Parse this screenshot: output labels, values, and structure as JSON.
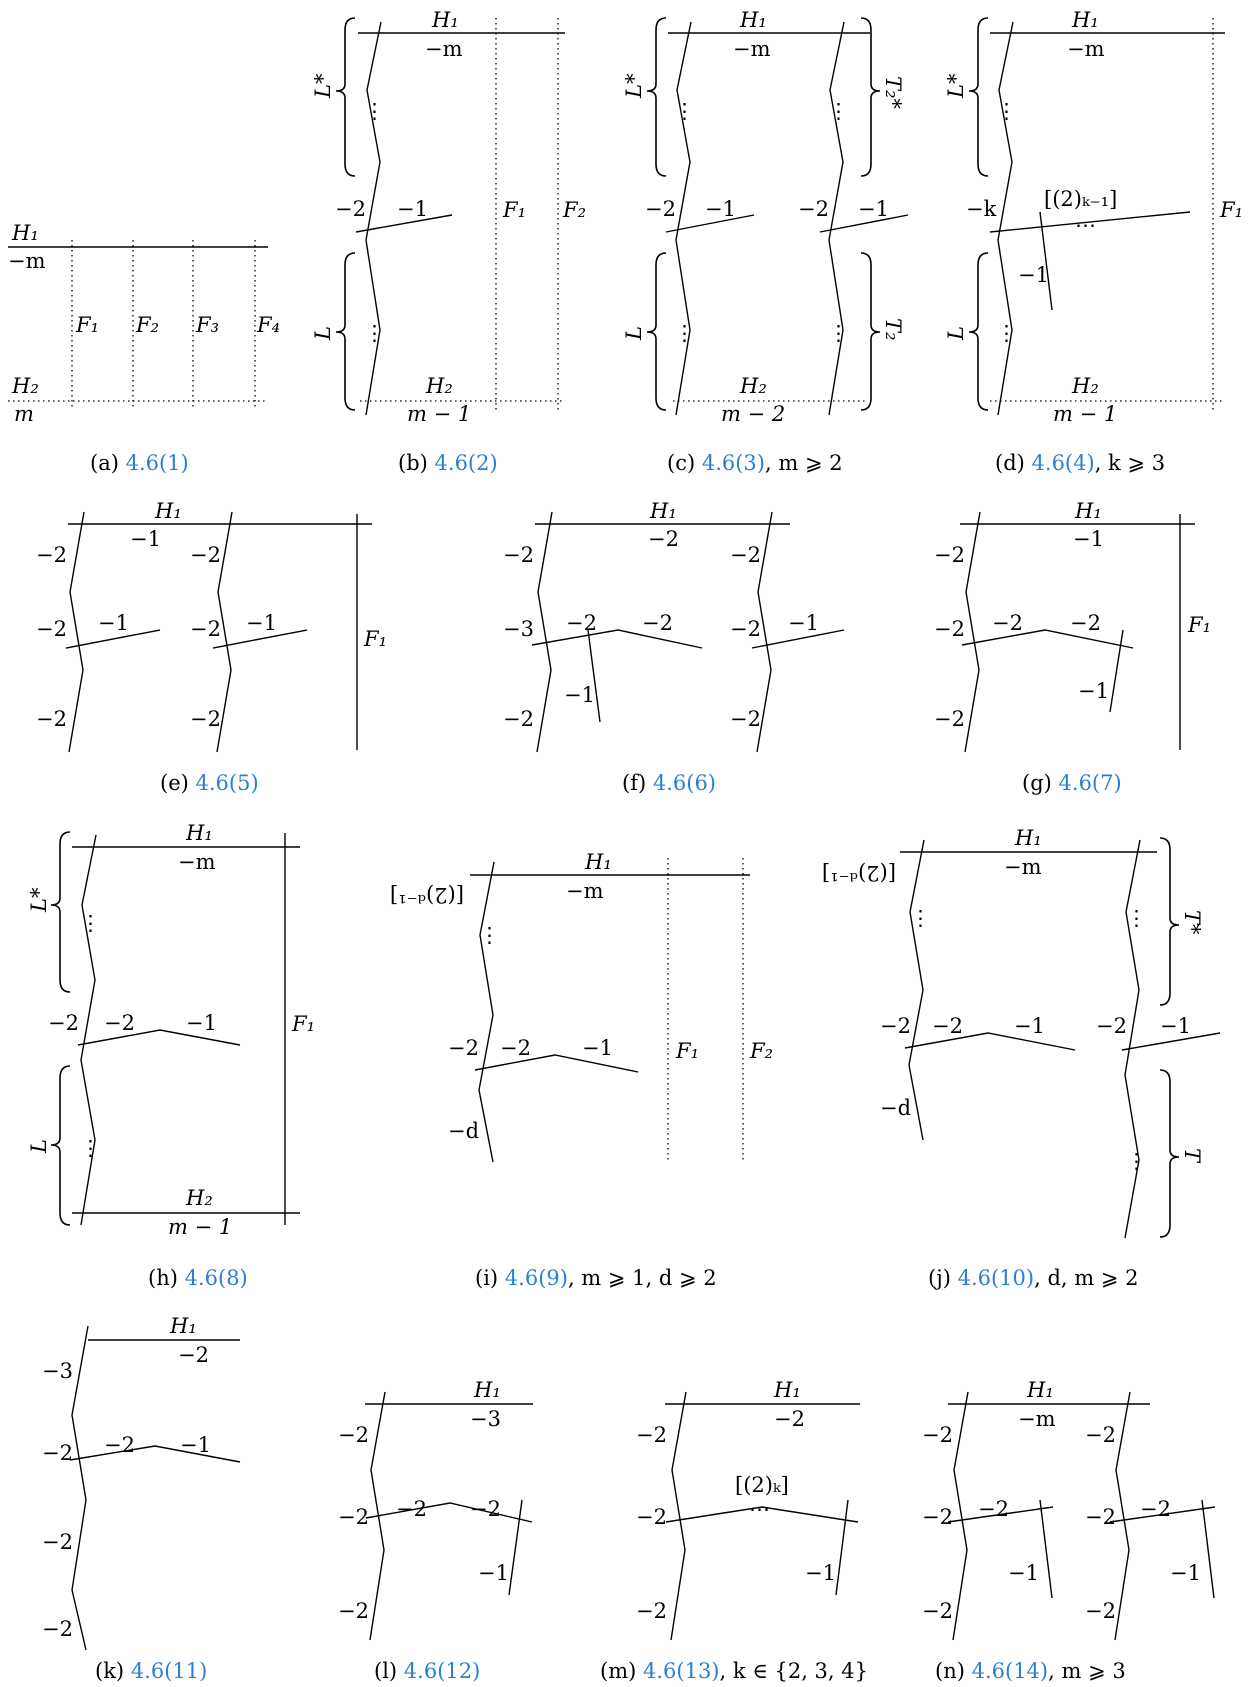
{
  "captions": {
    "a": {
      "letter": "(a)",
      "ref": "4.6(1)",
      "cond": ""
    },
    "b": {
      "letter": "(b)",
      "ref": "4.6(2)",
      "cond": ""
    },
    "c": {
      "letter": "(c)",
      "ref": "4.6(3)",
      "cond": ", m ⩾ 2"
    },
    "d": {
      "letter": "(d)",
      "ref": "4.6(4)",
      "cond": ", k ⩾ 3"
    },
    "e": {
      "letter": "(e)",
      "ref": "4.6(5)",
      "cond": ""
    },
    "f": {
      "letter": "(f)",
      "ref": "4.6(6)",
      "cond": ""
    },
    "g": {
      "letter": "(g)",
      "ref": "4.6(7)",
      "cond": ""
    },
    "h": {
      "letter": "(h)",
      "ref": "4.6(8)",
      "cond": ""
    },
    "i": {
      "letter": "(i)",
      "ref": "4.6(9)",
      "cond": ", m ⩾ 1, d ⩾ 2"
    },
    "j": {
      "letter": "(j)",
      "ref": "4.6(10)",
      "cond": ", d, m ⩾ 2"
    },
    "k": {
      "letter": "(k)",
      "ref": "4.6(11)",
      "cond": ""
    },
    "l": {
      "letter": "(l)",
      "ref": "4.6(12)",
      "cond": ""
    },
    "m": {
      "letter": "(m)",
      "ref": "4.6(13)",
      "cond": ", k ∈ {2, 3, 4}"
    },
    "n": {
      "letter": "(n)",
      "ref": "4.6(14)",
      "cond": ", m ⩾ 3"
    }
  },
  "labels": {
    "H1": "H₁",
    "H2": "H₂",
    "neg_m": "−m",
    "m": "m",
    "m_minus_1": "m − 1",
    "m_minus_2": "m − 2",
    "F1": "F₁",
    "F2": "F₂",
    "F3": "F₃",
    "F4": "F₄",
    "L": "L",
    "Lstar": "L*",
    "T": "T",
    "Tstar": "T*",
    "T2": "T₂",
    "T2star": "T₂*",
    "neg1": "−1",
    "neg2": "−2",
    "neg3": "−3",
    "neg_k": "−k",
    "neg_d": "−d",
    "chain_k_minus_1": "[(2)ₖ₋₁]",
    "chain_k": "[(2)ₖ]",
    "chain_d_minus_1": "[(2)ᵈ⁻¹]",
    "dots": "⋮",
    "hdots": "⋯"
  }
}
